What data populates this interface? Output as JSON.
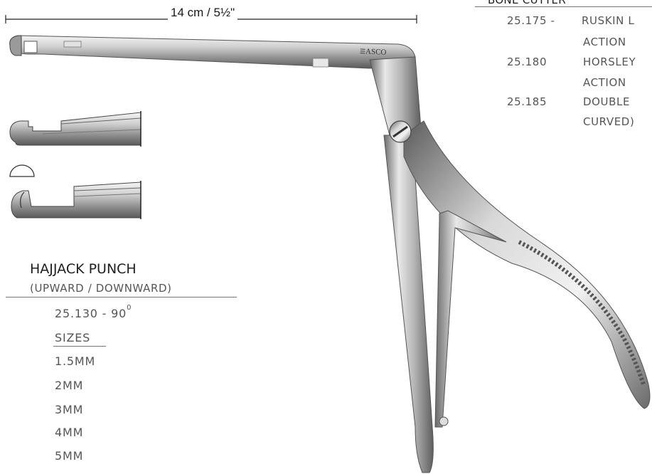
{
  "dimension": "14 cm / 5½\"",
  "brand": "ASCO",
  "bone_cutter": {
    "title": "BONE CUTTER",
    "rows": [
      {
        "code": "25.175 -",
        "text": "RUSKIN L"
      },
      {
        "code": "",
        "text": "ACTION"
      },
      {
        "code": "25.180",
        "text": "HORSLEY"
      },
      {
        "code": "",
        "text": "ACTION"
      },
      {
        "code": "25.185",
        "text": "DOUBLE"
      },
      {
        "code": "",
        "text": "CURVED)"
      }
    ]
  },
  "hajjack": {
    "title": "HAJJACK PUNCH",
    "subtitle": "(UPWARD / DOWNWARD)",
    "code": "25.130 - 90",
    "code_sup": "0",
    "sizes_label": "SIZES",
    "sizes": [
      "1.5MM",
      "2MM",
      "3MM",
      "4MM",
      "5MM"
    ]
  },
  "icons": [
    "upward-tip-detail-icon",
    "semicircle-profile-icon",
    "downward-tip-detail-icon",
    "punch-instrument-illustration"
  ]
}
